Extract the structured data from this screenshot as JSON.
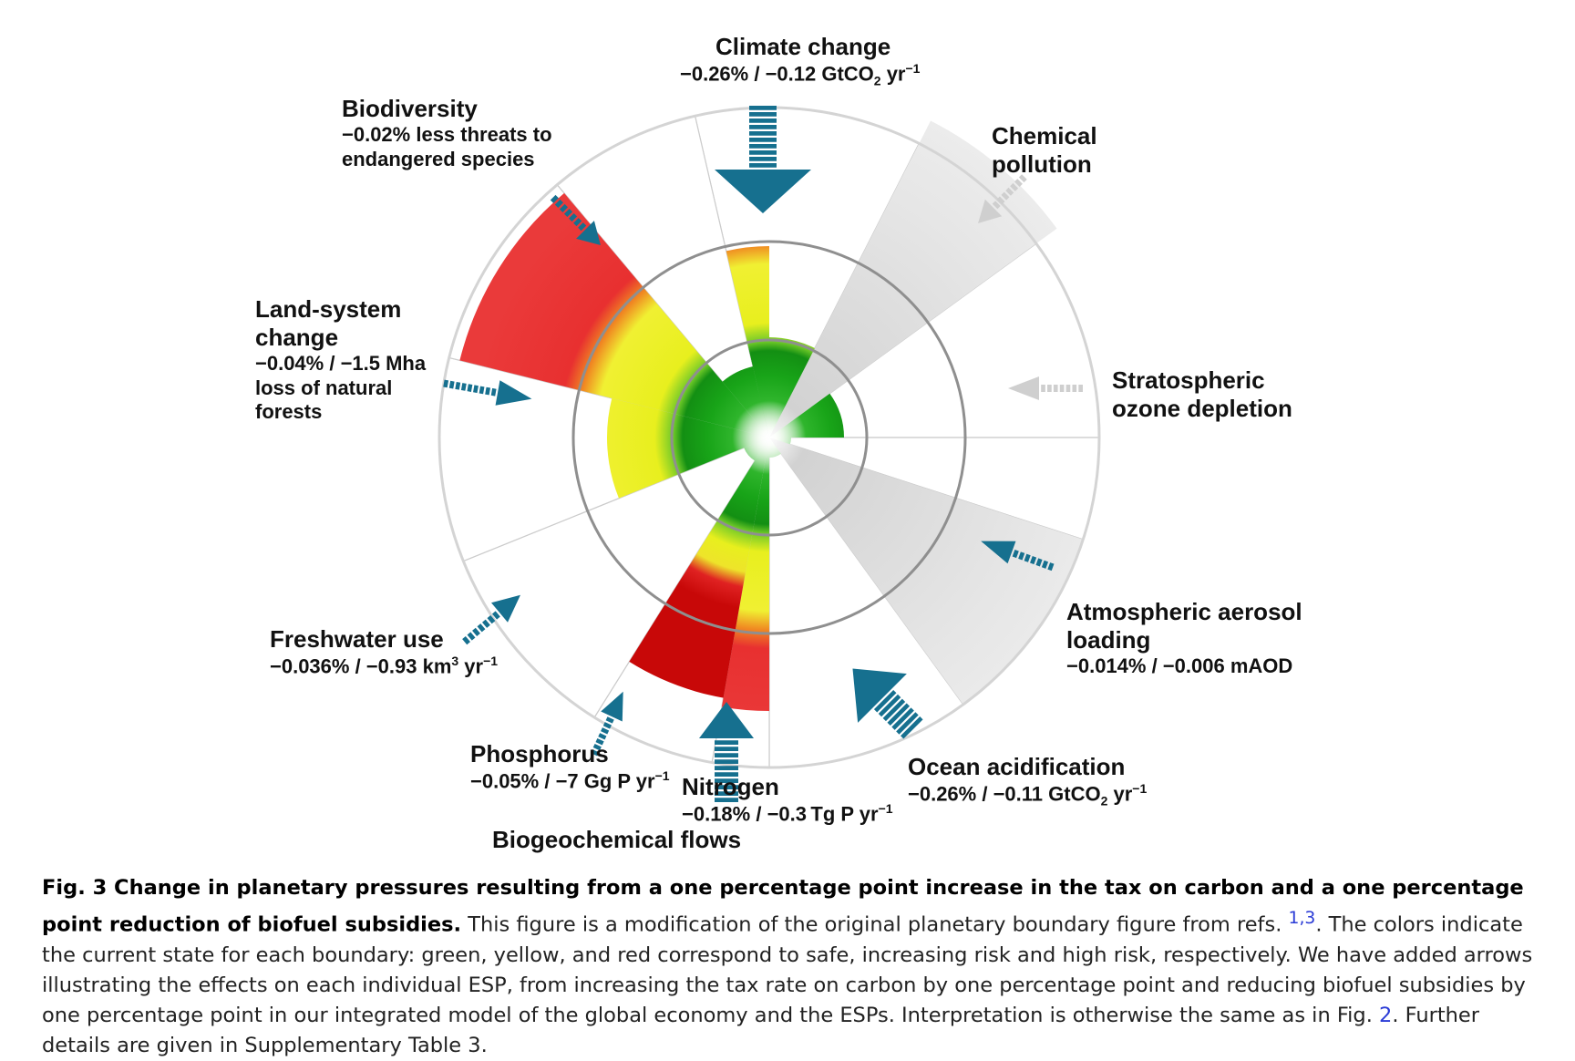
{
  "labels": {
    "climate": {
      "title": "Climate change",
      "sub": "−0.26% / −0.12 GtCO",
      "sub_tail": " yr",
      "sub_index": "2",
      "sup": "−1"
    },
    "biodiversity": {
      "title": "Biodiversity",
      "line1": "−0.02% less threats to",
      "line2": "endangered species"
    },
    "chemical": {
      "line1": "Chemical",
      "line2": "pollution"
    },
    "land": {
      "line1": "Land-system",
      "line2": "change",
      "line3": "−0.04% / −1.5 Mha",
      "line4": "loss of natural",
      "line5": "forests"
    },
    "ozone": {
      "line1": "Stratospheric",
      "line2": "ozone depletion"
    },
    "aerosol": {
      "line1": "Atmospheric aerosol",
      "line2": "loading",
      "sub": "−0.014% / −0.006 mAOD"
    },
    "freshwater": {
      "title": "Freshwater use",
      "sub": "−0.036% / −0.93 km",
      "sup3": "3",
      "tail": " yr",
      "sup": "−1"
    },
    "phosphorus": {
      "title": "Phosphorus",
      "sub": "−0.05% / −7 Gg P yr",
      "sup": "−1"
    },
    "nitrogen": {
      "title": "Nitrogen",
      "sub": "−0.18% / −0.3 Tg P yr",
      "sup": "−1"
    },
    "ocean": {
      "title": "Ocean acidification",
      "sub": "−0.26% / −0.11 GtCO",
      "sub_index": "2",
      "tail": " yr",
      "sup": "−1"
    },
    "biogeo": {
      "title": "Biogeochemical flows"
    }
  },
  "caption": {
    "bold": "Fig. 3 Change in planetary pressures resulting from a one percentage point increase in the tax on carbon and a one percentage point reduction of biofuel subsidies.",
    "part1": " This figure is a modification of the original planetary boundary figure from refs. ",
    "refs": "1,3",
    "part2": ". The colors indicate the current state for each boundary: green, yellow, and red correspond to safe, increasing risk and high risk, respectively. We have added arrows illustrating the effects on each individual ESP, from increasing the tax rate on carbon by one percentage point and reducing biofuel subsidies by one percentage point in our integrated model of the global economy and the ESPs. Interpretation is otherwise the same as in Fig. ",
    "fig_ref": "2",
    "part3": ". Further details are given in Supplementary Table 3."
  },
  "colors": {
    "safe": "#1aa51a",
    "increasing_risk": "#eef020",
    "high_risk": "#e52222",
    "arrow": "#16708f",
    "unknown": "#cfcfcf"
  },
  "arrow_icons": [
    "down-arrow-icon",
    "up-arrow-icon",
    "diagonal-arrow-icon",
    "right-arrow-icon",
    "left-arrow-icon"
  ]
}
